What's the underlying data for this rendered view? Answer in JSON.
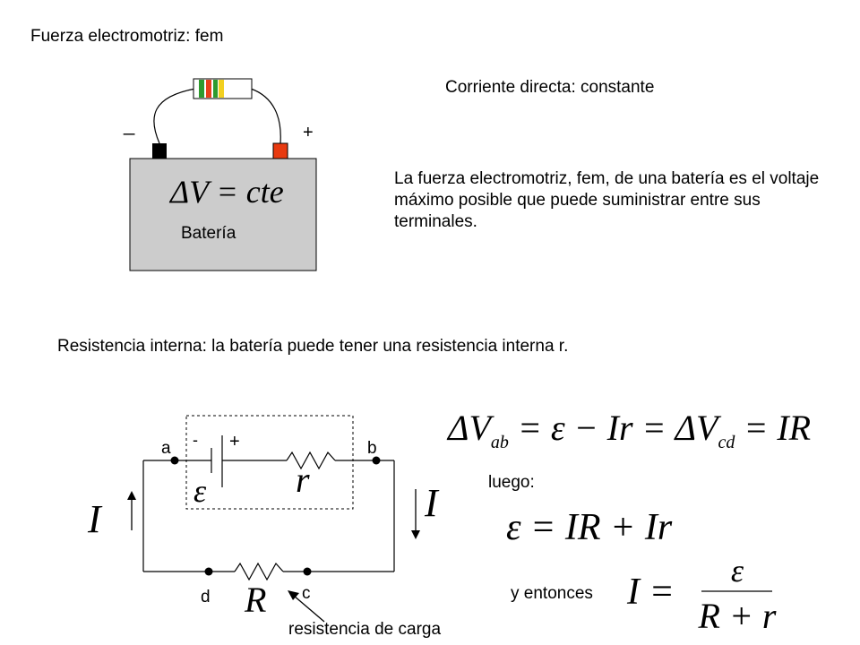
{
  "top": {
    "title": "Fuerza electromotriz:  fem",
    "dc_heading": "Corriente directa: constante",
    "definition": "La fuerza electromotriz, fem,  de una batería es el voltaje máximo posible que puede suministrar entre sus terminales.",
    "battery_label": "Batería",
    "minus_sign": "_",
    "plus_sign": "+",
    "battery_eq": "ΔV = cte"
  },
  "bottom": {
    "internal_resistance_text": "Resistencia interna: la batería puede tener una resistencia interna r.",
    "node_a": "a",
    "node_b": "b",
    "node_c": "c",
    "node_d": "d",
    "cell_minus": "-",
    "cell_plus": "+",
    "emf_symbol": "ε",
    "internal_r_symbol": "r",
    "load_R_symbol": "R",
    "current_left": "I",
    "current_right": "I",
    "load_caption": "resistencia de carga",
    "main_eq_left": "ΔV",
    "main_eq_left_sub": "ab",
    "main_eq_mid": " = ε − Ir = ΔV",
    "main_eq_mid_sub": "cd",
    "main_eq_right": " = IR",
    "luego": "luego:",
    "eq2": "ε = IR + Ir",
    "y_entonces": "y entonces",
    "eq3_lhs": "I =",
    "eq3_num": "ε",
    "eq3_den": "R + r"
  },
  "colors": {
    "battery_body": "#cccccc",
    "negative_terminal": "#000000",
    "positive_terminal": "#e83a10",
    "resistor_band1": "#2e9a2e",
    "resistor_band2": "#e8401a",
    "resistor_band3": "#f2d020",
    "resistor_body": "#ffffff"
  }
}
